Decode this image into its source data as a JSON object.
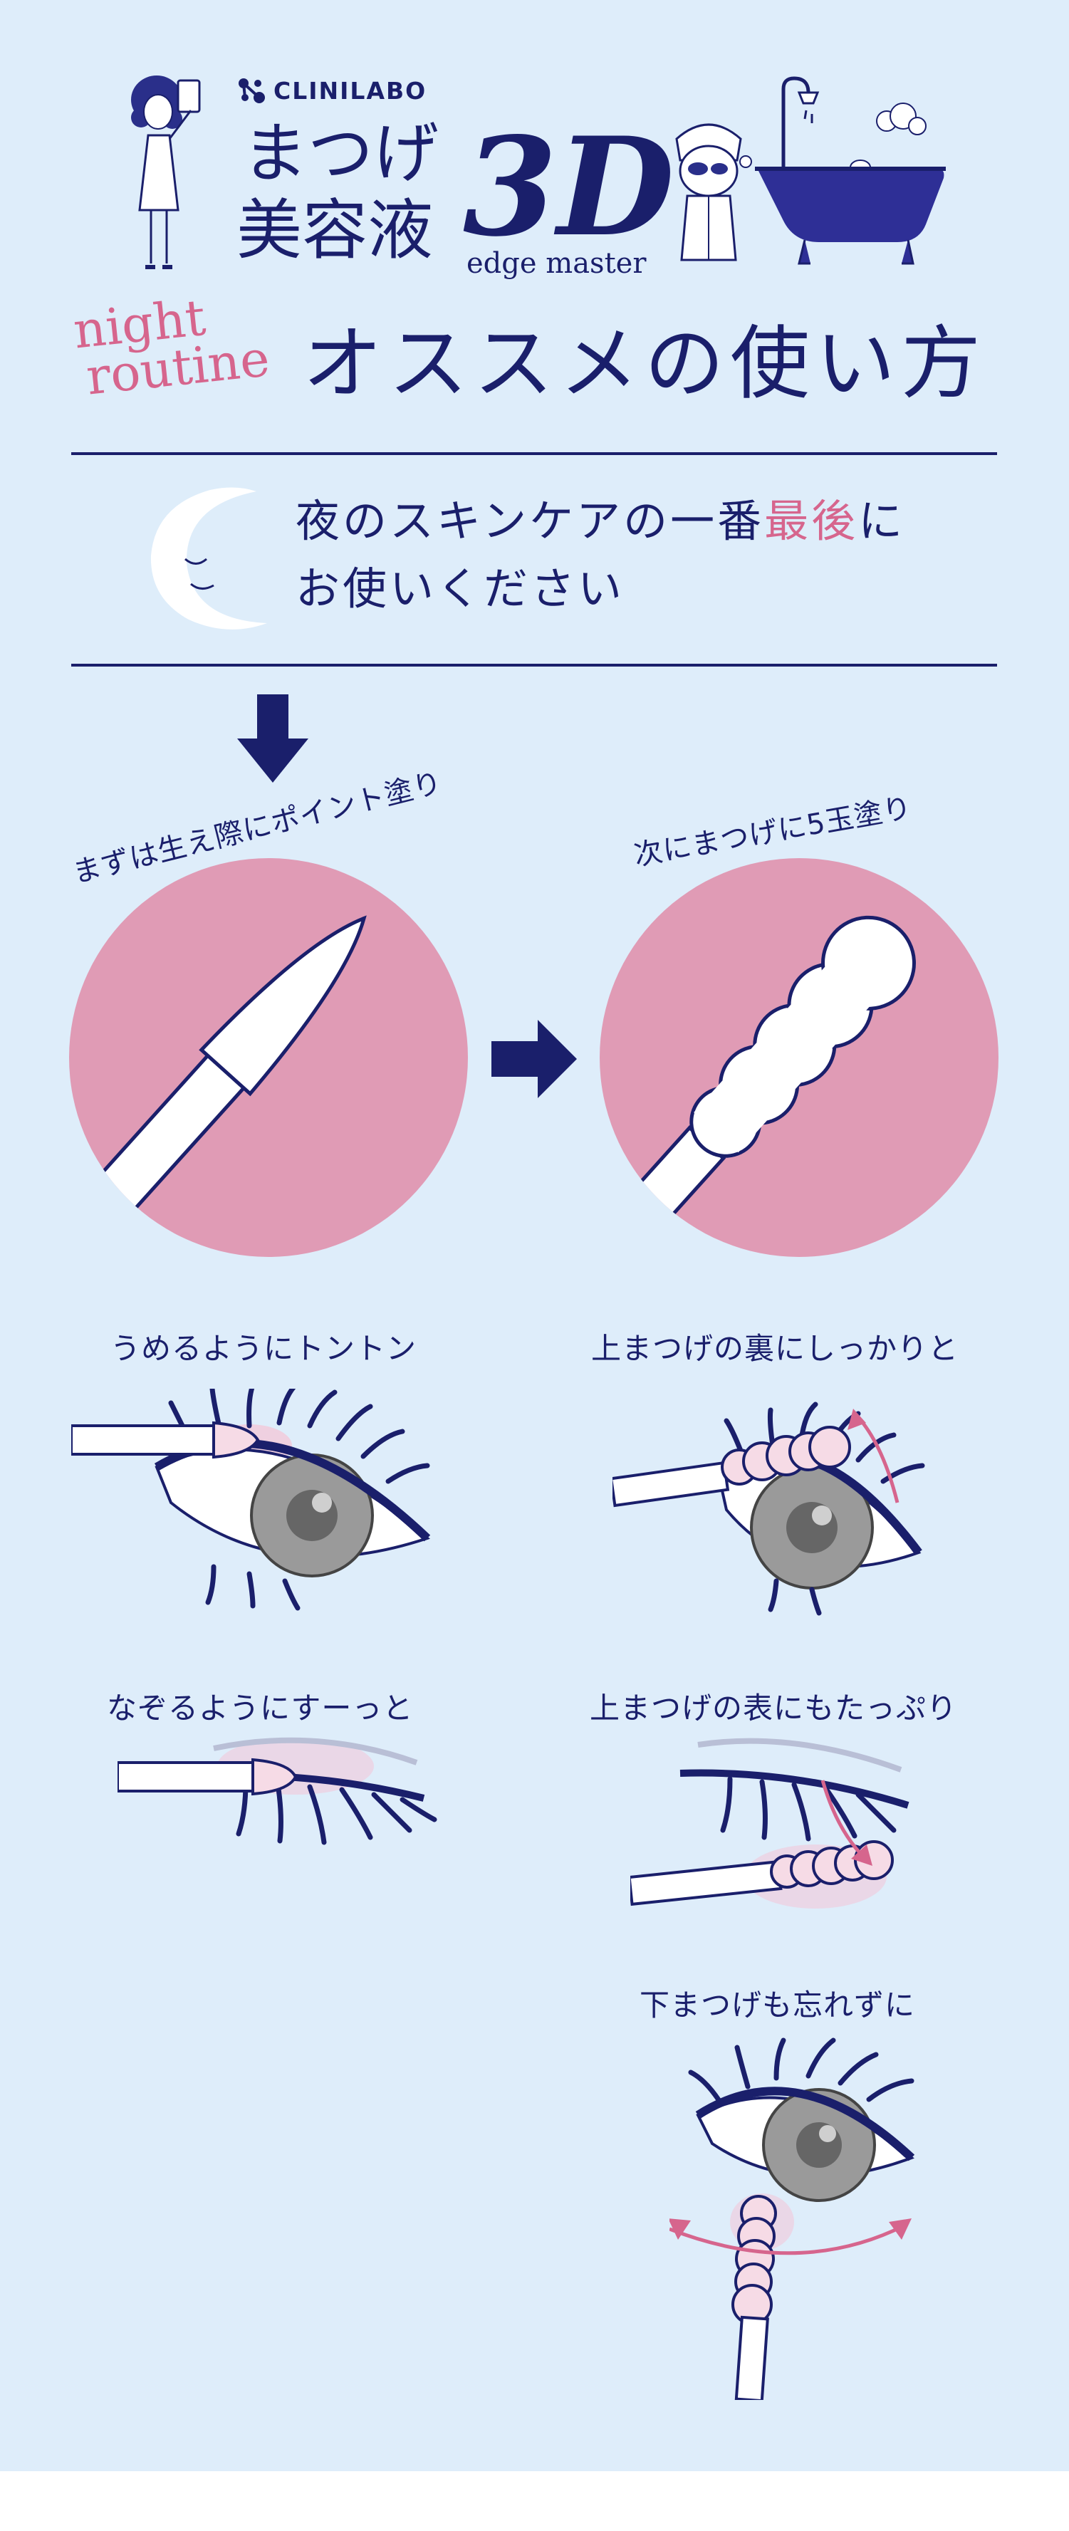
{
  "brand": {
    "name": "CLINILABO"
  },
  "header": {
    "product_line1": "まつげ",
    "product_line2": "美容液",
    "product_3d": "3D",
    "product_sub": "edge master"
  },
  "section": {
    "tag_line1": "night",
    "tag_line2": "routine",
    "title": "オススメの使い方"
  },
  "instruction": {
    "line1_pre": "夜のスキンケアの一番",
    "line1_highlight": "最後",
    "line1_post": "に",
    "line2": "お使いください"
  },
  "steps": {
    "step1_label": "まずは生え際にポイント塗り",
    "step2_label": "次にまつげに5玉塗り"
  },
  "captions": {
    "c1": "うめるようにトントン",
    "c2": "上まつげの裏にしっかりと",
    "c3": "なぞるようにすーっと",
    "c4": "上まつげの表にもたっぷり",
    "c5": "下まつげも忘れずに"
  },
  "colors": {
    "navy": "#1a1f6b",
    "pink": "#d6658d",
    "circle_pink": "#e09bb5",
    "background": "#deedfa"
  }
}
